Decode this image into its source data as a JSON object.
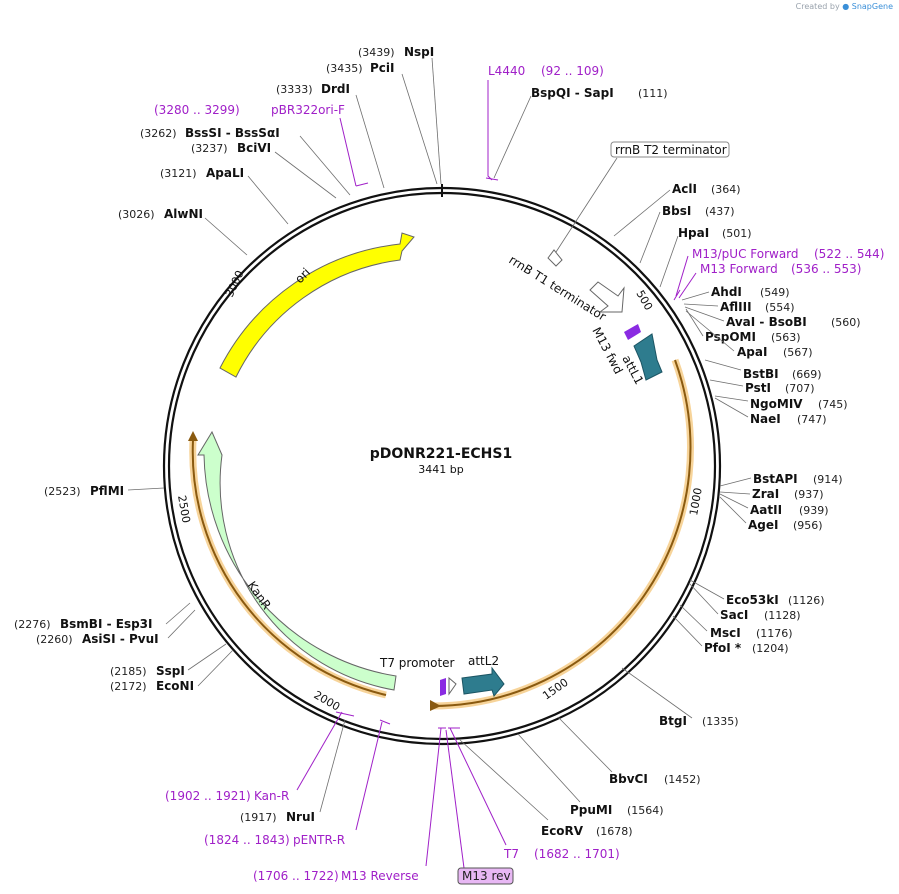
{
  "credit": {
    "prefix": "Created by",
    "brand": "SnapGene"
  },
  "plasmid": {
    "name": "pDONR221-ECHS1",
    "size_label": "3441 bp",
    "length": 3441
  },
  "ticks": [
    "500",
    "1000",
    "1500",
    "2000",
    "2500",
    "3000"
  ],
  "enzymes": [
    {
      "name": "NspI",
      "pos": "(3439)"
    },
    {
      "name": "PciI",
      "pos": "(3435)"
    },
    {
      "name": "DrdI",
      "pos": "(3333)"
    },
    {
      "name": "BssSI - BssSαI",
      "pos": "(3262)"
    },
    {
      "name": "BciVI",
      "pos": "(3237)"
    },
    {
      "name": "ApaLI",
      "pos": "(3121)"
    },
    {
      "name": "AlwNI",
      "pos": "(3026)"
    },
    {
      "name": "PflMI",
      "pos": "(2523)"
    },
    {
      "name": "BsmBI - Esp3I",
      "pos": "(2276)"
    },
    {
      "name": "AsiSI - PvuI",
      "pos": "(2260)"
    },
    {
      "name": "SspI",
      "pos": "(2185)"
    },
    {
      "name": "EcoNI",
      "pos": "(2172)"
    },
    {
      "name": "NruI",
      "pos": "(1917)"
    },
    {
      "name": "BspQI - SapI",
      "pos": "(111)"
    },
    {
      "name": "AclI",
      "pos": "(364)"
    },
    {
      "name": "BbsI",
      "pos": "(437)"
    },
    {
      "name": "HpaI",
      "pos": "(501)"
    },
    {
      "name": "AhdI",
      "pos": "(549)"
    },
    {
      "name": "AflIII",
      "pos": "(554)"
    },
    {
      "name": "AvaI - BsoBI",
      "pos": "(560)"
    },
    {
      "name": "PspOMI",
      "pos": "(563)"
    },
    {
      "name": "ApaI",
      "pos": "(567)"
    },
    {
      "name": "BstBI",
      "pos": "(669)"
    },
    {
      "name": "PstI",
      "pos": "(707)"
    },
    {
      "name": "NgoMIV",
      "pos": "(745)"
    },
    {
      "name": "NaeI",
      "pos": "(747)"
    },
    {
      "name": "BstAPI",
      "pos": "(914)"
    },
    {
      "name": "ZraI",
      "pos": "(937)"
    },
    {
      "name": "AatII",
      "pos": "(939)"
    },
    {
      "name": "AgeI",
      "pos": "(956)"
    },
    {
      "name": "Eco53kI",
      "pos": "(1126)"
    },
    {
      "name": "SacI",
      "pos": "(1128)"
    },
    {
      "name": "MscI",
      "pos": "(1176)"
    },
    {
      "name": "PfoI *",
      "pos": "(1204)"
    },
    {
      "name": "BtgI",
      "pos": "(1335)"
    },
    {
      "name": "BbvCI",
      "pos": "(1452)"
    },
    {
      "name": "PpuMI",
      "pos": "(1564)"
    },
    {
      "name": "EcoRV",
      "pos": "(1678)"
    }
  ],
  "primers": [
    {
      "name": "L4440",
      "range": "(92 .. 109)"
    },
    {
      "name": "pBR322ori-F",
      "range": "(3280 .. 3299)"
    },
    {
      "name": "M13/pUC Forward",
      "range": "(522 .. 544)"
    },
    {
      "name": "M13 Forward",
      "range": "(536 .. 553)"
    },
    {
      "name": "Kan-R",
      "range": "(1902 .. 1921)"
    },
    {
      "name": "pENTR-R",
      "range": "(1824 .. 1843)"
    },
    {
      "name": "M13 Reverse",
      "range": "(1706 .. 1722)"
    },
    {
      "name": "T7",
      "range": "(1682 .. 1701)"
    },
    {
      "name": "M13 rev",
      "range": ""
    }
  ],
  "features": [
    {
      "name": "ori"
    },
    {
      "name": "KanR"
    },
    {
      "name": "attL1"
    },
    {
      "name": "attL2"
    },
    {
      "name": "M13 fwd"
    },
    {
      "name": "T7 promoter"
    },
    {
      "name": "rrnB T1 terminator"
    },
    {
      "name": "rrnB T2 terminator"
    }
  ],
  "colors": {
    "ori": "#ffff00",
    "kanr": "#ccffcc",
    "attl": "#2e7c8e",
    "orf": "#f0a030",
    "primer": "#a020c8",
    "t7": "#8a2be2"
  }
}
